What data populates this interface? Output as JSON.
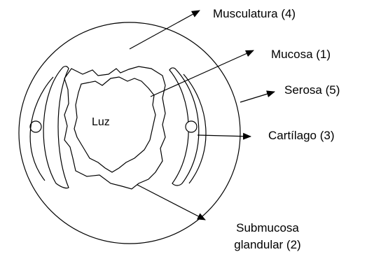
{
  "diagram": {
    "labels": {
      "musculatura": "Musculatura (4)",
      "mucosa": "Mucosa (1)",
      "serosa": "Serosa (5)",
      "cartilago": "Cartílago (3)",
      "submucosa_line1": "Submucosa",
      "submucosa_line2": "glandular (2)",
      "luz": "Luz"
    },
    "colors": {
      "stroke": "#000000",
      "background": "#ffffff"
    }
  }
}
